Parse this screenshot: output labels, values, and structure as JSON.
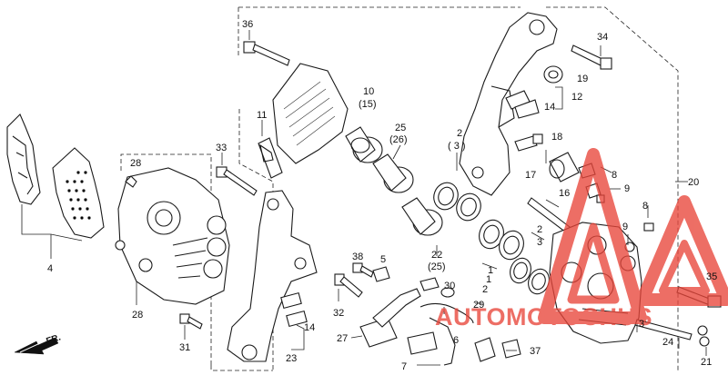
{
  "diagram": {
    "callouts": {
      "c36": "36",
      "c34": "34",
      "c19": "19",
      "c12": "12",
      "c14a": "14",
      "c10": "10",
      "c15": "(15)",
      "c11": "11",
      "c25": "25",
      "c26": "(26)",
      "c2a": "2",
      "c3a": "( 3 )",
      "c18": "18",
      "c17": "17",
      "c8a": "8",
      "c9a": "9",
      "c20": "20",
      "c16": "16",
      "c8b": "8",
      "c9b": "9",
      "c2b": "2",
      "c3b": "3",
      "c33": "33",
      "c28t": "28",
      "c4": "4",
      "c38": "38",
      "c5": "5",
      "c30": "30",
      "c22": "22",
      "c25b": "(25)",
      "c1a": "1",
      "c1b": "1",
      "c2c": "2",
      "c29": "29",
      "c3c": "3",
      "c35": "35",
      "c28b": "28",
      "c32": "32",
      "c14b": "14",
      "c6": "6",
      "c24": "24",
      "c23": "23",
      "c27": "27",
      "c31": "31",
      "c7": "7",
      "c37": "37",
      "c21": "21",
      "fr": "FR."
    },
    "watermark": {
      "text": "AUTOMOTOCHUS",
      "color": "#e8463a"
    }
  }
}
